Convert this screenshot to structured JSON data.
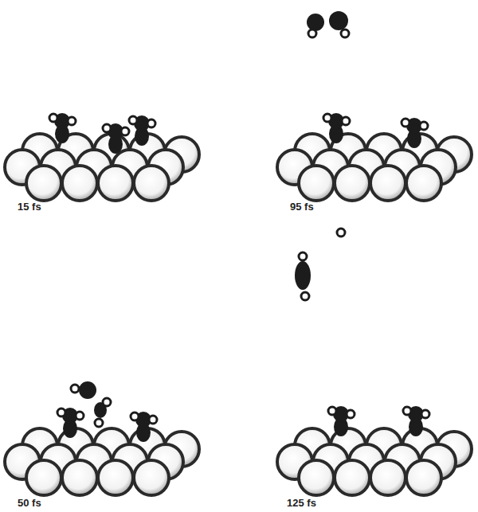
{
  "diagram": {
    "labels": [
      "15 fs",
      "95 fs",
      "50 fs",
      "125 fs"
    ]
  }
}
